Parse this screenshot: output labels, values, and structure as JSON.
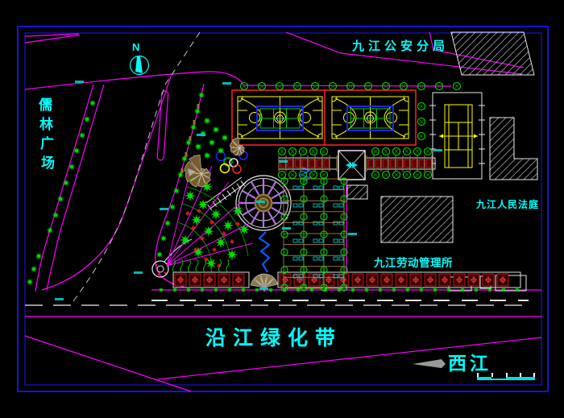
{
  "drawing": {
    "labels": {
      "police_station": "九江公安分局",
      "rulin_square_chars": [
        "儒",
        "林",
        "广",
        "场"
      ],
      "peoples_court": "九江人民法庭",
      "labor_bureau": "九江劳动管理所",
      "riverside_greenbelt": "沿江绿化带",
      "west_river": "西江",
      "north_symbol": "N"
    },
    "colors": {
      "bg": "#000000",
      "border": "#1414dd",
      "road": "#ff00ff",
      "label": "#00ffff",
      "tree": "#00dd00",
      "tree_dark": "#007700",
      "court_line": "#ffff00",
      "frame_blue": "#2222ff",
      "inner_green": "#00cc00",
      "courts_red": "#ff2222",
      "building": "#e8e8e8",
      "hatch": "#9a9a9a",
      "wood": "#9a7040",
      "spoke_purple": "#b66ee8",
      "structure_tan": "#7a5c28",
      "water": "#0a58ff",
      "centerline": "#c8c8c8",
      "flow_arrow": "#9a9a9a",
      "pergola_cell": "#5a0000",
      "hub_tan": "#6b5426",
      "hub_ring": "#c8a050"
    }
  }
}
